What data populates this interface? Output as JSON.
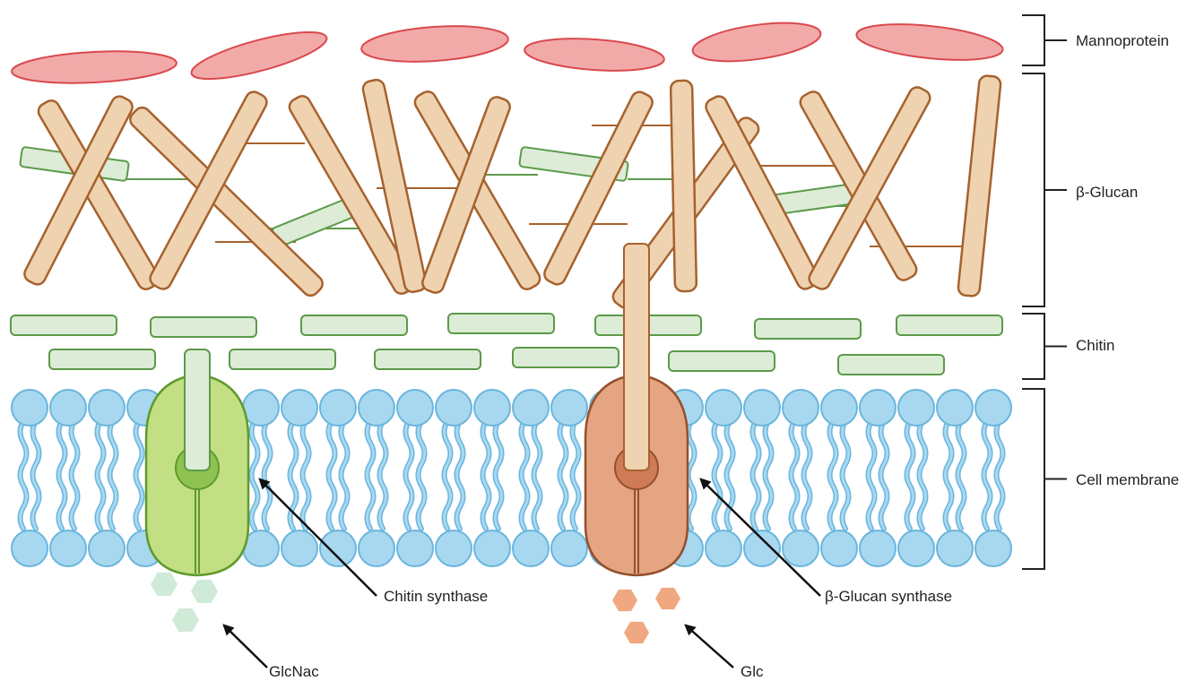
{
  "labels": {
    "mannoprotein": "Mannoprotein",
    "beta_glucan": "β-Glucan",
    "chitin": "Chitin",
    "cell_membrane": "Cell membrane",
    "chitin_synthase": "Chitin synthase",
    "beta_glucan_synthase": "β-Glucan synthase",
    "glcnac": "GlcNac",
    "glc": "Glc"
  },
  "colors": {
    "mannoprotein_fill": "#f2aaa9",
    "mannoprotein_stroke": "#d9494e",
    "glucan_fill": "#efd3b0",
    "glucan_stroke": "#a6622e",
    "chitin_fill": "#dcecd6",
    "chitin_stroke": "#5c9a4a",
    "lipid_fill": "#a8d8f0",
    "lipid_stroke": "#6bb6dd",
    "chitin_synthase_fill": "#c2df84",
    "chitin_synthase_stroke": "#5f9a2e",
    "glucan_synthase_fill": "#e5a582",
    "glucan_synthase_stroke": "#94502c",
    "glcnac_fill": "#cfead6",
    "glc_fill": "#f0a880"
  }
}
